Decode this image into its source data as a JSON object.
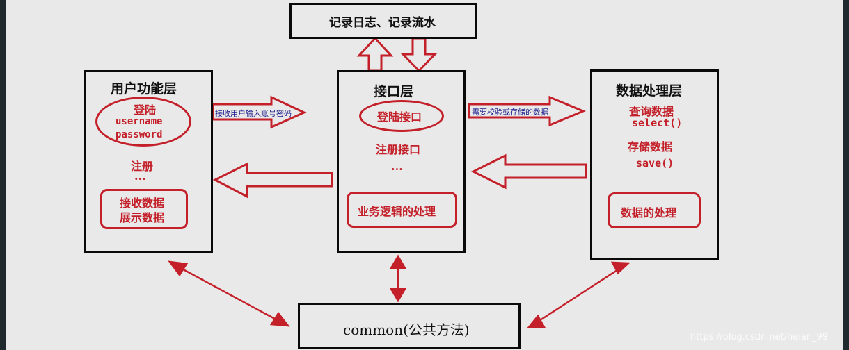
{
  "logging_box": {
    "label": "记录日志、记录流水"
  },
  "user_layer": {
    "title": "用户功能层",
    "login_oval": {
      "line1": "登陆",
      "line2": "username",
      "line3": "password"
    },
    "register": "注册",
    "ellipsis": "...",
    "data_box": {
      "line1": "接收数据",
      "line2": "展示数据"
    }
  },
  "interface_layer": {
    "title": "接口层",
    "login_api": "登陆接口",
    "register_api": "注册接口",
    "ellipsis": "...",
    "logic_box": "业务逻辑的处理"
  },
  "data_layer": {
    "title": "数据处理层",
    "query": "查询数据",
    "select": "select()",
    "store": "存储数据",
    "save": "save()",
    "process_box": "数据的处理"
  },
  "arrows": {
    "user_to_interface": "接收用户输入账号密码",
    "interface_to_data": "需要校验或存储的数据"
  },
  "common_box": {
    "label": "common(公共方法)"
  },
  "watermark": "https://blog.csdn.net/heian_99",
  "colors": {
    "accent_red": "#c4202a",
    "outline": "#0a0a0a",
    "background": "#e9e9e9",
    "label_blue": "#1a1a8c"
  }
}
